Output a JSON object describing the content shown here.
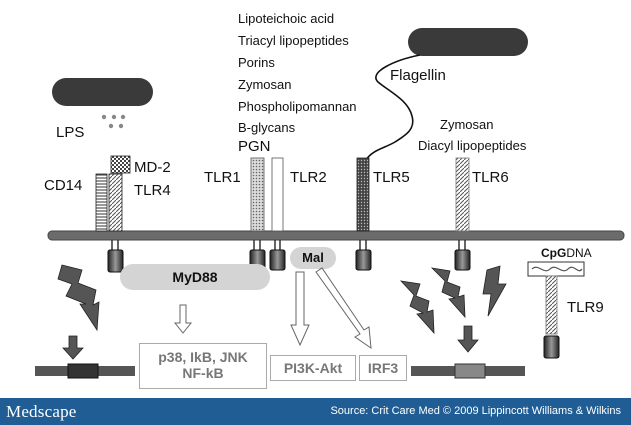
{
  "ligands": {
    "lps": "LPS",
    "tlr2_list": [
      "Lipoteichoic acid",
      "Triacyl lipopeptides",
      "Porins",
      "Zymosan",
      "Phospholipomannan",
      "B-glycans"
    ],
    "pgn": "PGN",
    "flagellin": "Flagellin",
    "tlr6_list": [
      "Zymosan",
      "Diacyl lipopeptides"
    ],
    "cpg_prefix": "CpG",
    "cpg_suffix": "DNA"
  },
  "receptors": {
    "cd14": "CD14",
    "md2": "MD-2",
    "tlr4": "TLR4",
    "tlr1": "TLR1",
    "tlr2": "TLR2",
    "tlr5": "TLR5",
    "tlr6": "TLR6",
    "tlr9": "TLR9"
  },
  "adaptors": {
    "myd88": "MyD88",
    "mal": "Mal"
  },
  "outputs": {
    "p38_line1": "p38, IkB, JNK",
    "p38_line2": "NF-kB",
    "pi3k": "PI3K-Akt",
    "irf3": "IRF3"
  },
  "footer": {
    "brand": "Medscape",
    "source": "Source: Crit Care Med © 2009 Lippincott Williams & Wilkins"
  },
  "colors": {
    "membrane": "#6b6b6b",
    "bacterium": "#3a3a3a",
    "footer_bg": "#1f5d94",
    "adaptor_fill": "#d4d4d4"
  }
}
